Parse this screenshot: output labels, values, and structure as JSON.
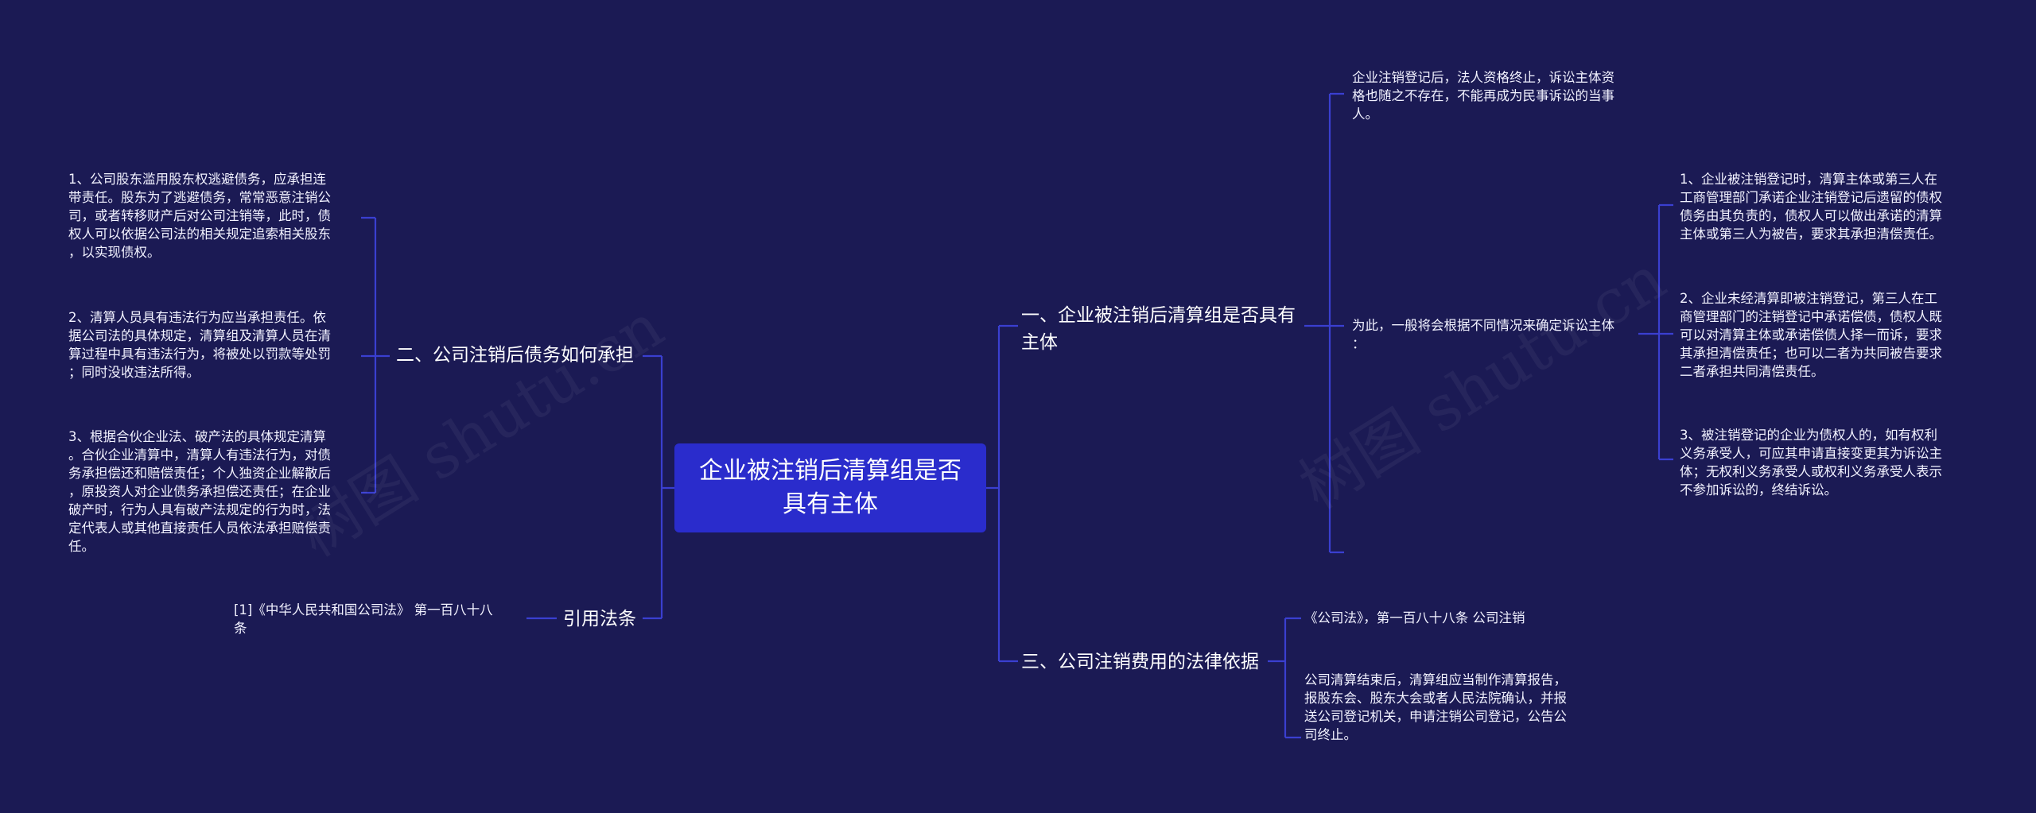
{
  "root": {
    "label": "企业被注销后清算组是否\n具有主体"
  },
  "watermarks": [
    "树图 shutu.cn",
    "树图 shutu.cn"
  ],
  "branches": {
    "r1": {
      "label": "一、企业被注销后清算组是否具有\n主体",
      "leaf_top": "企业注销登记后，法人资格终止，诉讼主体资\n格也随之不存在，不能再成为民事诉讼的当事\n人。",
      "leaf_mid": "为此，一般将会根据不同情况来确定诉讼主体\n：",
      "sub": [
        "1、企业被注销登记时，清算主体或第三人在\n工商管理部门承诺企业注销登记后遗留的债权\n债务由其负责的，债权人可以做出承诺的清算\n主体或第三人为被告，要求其承担清偿责任。",
        "2、企业未经清算即被注销登记，第三人在工\n商管理部门的注销登记中承诺偿债，债权人既\n可以对清算主体或承诺偿债人择一而诉，要求\n其承担清偿责任；也可以二者为共同被告要求\n二者承担共同清偿责任。",
        "3、被注销登记的企业为债权人的，如有权利\n义务承受人，可应其申请直接变更其为诉讼主\n体；无权利义务承受人或权利义务承受人表示\n不参加诉讼的，终结诉讼。"
      ]
    },
    "r3": {
      "label": "三、公司注销费用的法律依据",
      "leaves": [
        "《公司法》，第一百八十八条 公司注销",
        "公司清算结束后，清算组应当制作清算报告，\n报股东会、股东大会或者人民法院确认，并报\n送公司登记机关，申请注销公司登记，公告公\n司终止。"
      ]
    },
    "l2": {
      "label": "二、公司注销后债务如何承担",
      "leaves": [
        "1、公司股东滥用股东权逃避债务，应承担连\n带责任。股东为了逃避债务，常常恶意注销公\n司，或者转移财产后对公司注销等，此时，债\n权人可以依据公司法的相关规定追索相关股东\n，以实现债权。",
        "2、清算人员具有违法行为应当承担责任。依\n据公司法的具体规定，清算组及清算人员在清\n算过程中具有违法行为，将被处以罚款等处罚\n；同时没收违法所得。",
        "3、根据合伙企业法、破产法的具体规定清算\n。合伙企业清算中，清算人有违法行为，对债\n务承担偿还和赔偿责任；个人独资企业解散后\n，原投资人对企业债务承担偿还责任；在企业\n破产时，行为人具有破产法规定的行为时，法\n定代表人或其他直接责任人员依法承担赔偿责\n任。"
      ]
    },
    "l4": {
      "label": "引用法条",
      "leaf": "[1]《中华人民共和国公司法》 第一百八十八\n条"
    }
  }
}
